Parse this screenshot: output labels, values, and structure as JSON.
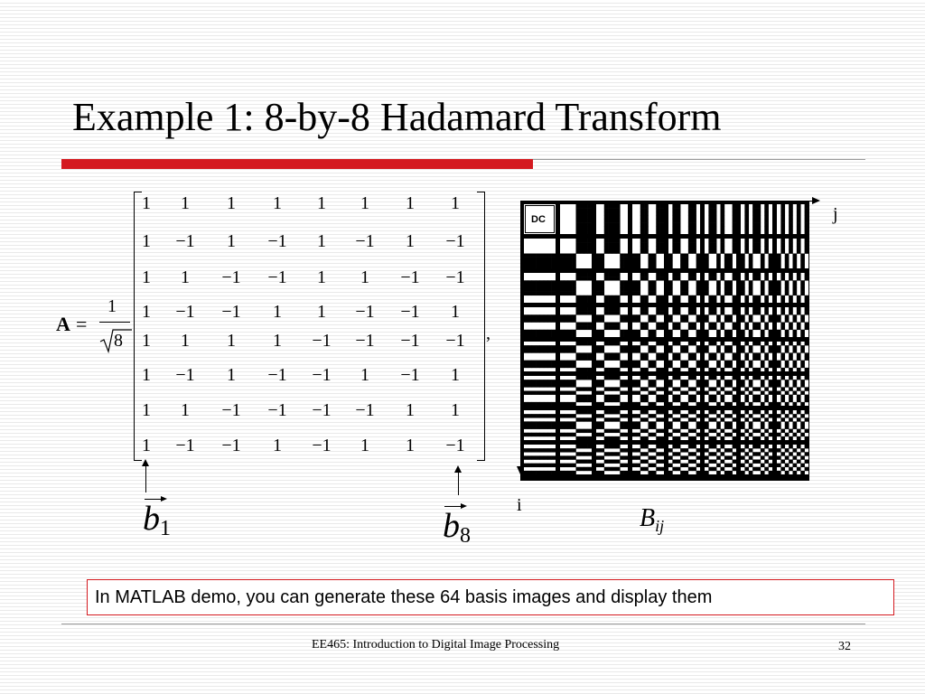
{
  "title": "Example 1: 8-by-8 Hadamard Transform",
  "equation": {
    "lhs": "A",
    "equals": "=",
    "scale_numerator": "1",
    "scale_radicand": "8",
    "trailing": ",",
    "matrix": [
      [
        "1",
        "1",
        "1",
        "1",
        "1",
        "1",
        "1",
        "1"
      ],
      [
        "1",
        "−1",
        "1",
        "−1",
        "1",
        "−1",
        "1",
        "−1"
      ],
      [
        "1",
        "1",
        "−1",
        "−1",
        "1",
        "1",
        "−1",
        "−1"
      ],
      [
        "1",
        "−1",
        "−1",
        "1",
        "1",
        "−1",
        "−1",
        "1"
      ],
      [
        "1",
        "1",
        "1",
        "1",
        "−1",
        "−1",
        "−1",
        "−1"
      ],
      [
        "1",
        "−1",
        "1",
        "−1",
        "−1",
        "1",
        "−1",
        "1"
      ],
      [
        "1",
        "1",
        "−1",
        "−1",
        "−1",
        "−1",
        "1",
        "1"
      ],
      [
        "1",
        "−1",
        "−1",
        "1",
        "−1",
        "1",
        "1",
        "−1"
      ]
    ]
  },
  "vectors": {
    "first": {
      "letter": "b",
      "sub": "1"
    },
    "last": {
      "letter": "b",
      "sub": "8"
    }
  },
  "basis_grid": {
    "rows": 8,
    "cols": 8,
    "dc_label": "DC",
    "axis_j": "j",
    "axis_i": "i",
    "caption_letter": "B",
    "caption_sub": "ij"
  },
  "note": "In MATLAB demo, you can generate these 64 basis images and display them",
  "footer": "EE465: Introduction to Digital Image Processing",
  "page_number": "32",
  "colors": {
    "accent_red": "#d41a20",
    "rule_gray": "#9a9a9a",
    "stripe": "#e9e9e9"
  }
}
